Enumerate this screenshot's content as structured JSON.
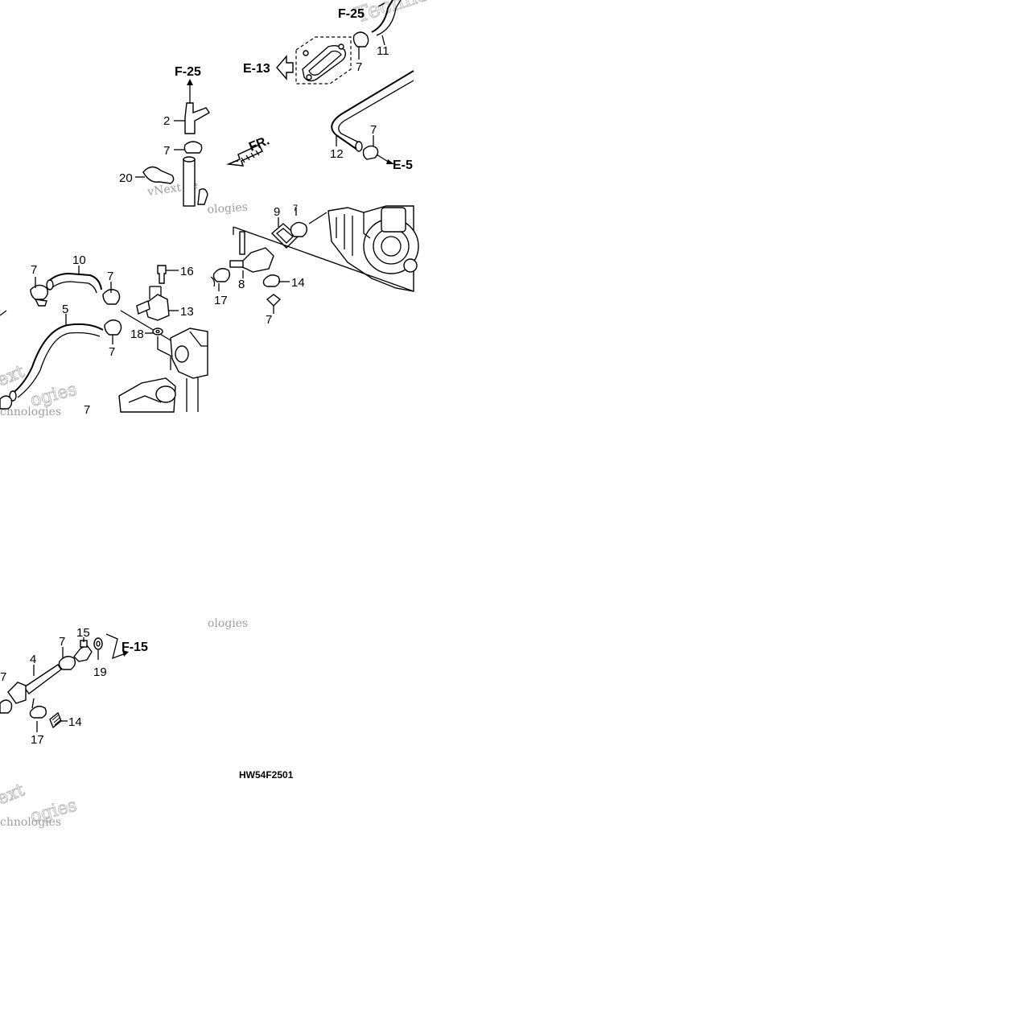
{
  "callouts": [
    {
      "id": "c-f25-top",
      "text": "F-25"
    },
    {
      "id": "c-11",
      "text": "11"
    },
    {
      "id": "c-7-a",
      "text": "7"
    },
    {
      "id": "c-e13",
      "text": "E-13"
    },
    {
      "id": "c-f25",
      "text": "F-25"
    },
    {
      "id": "c-2",
      "text": "2"
    },
    {
      "id": "c-7-b",
      "text": "7"
    },
    {
      "id": "c-fr",
      "text": "FR."
    },
    {
      "id": "c-20",
      "text": "20"
    },
    {
      "id": "c-7-c",
      "text": "7"
    },
    {
      "id": "c-12",
      "text": "12"
    },
    {
      "id": "c-e5",
      "text": "E-5"
    },
    {
      "id": "c-9",
      "text": "9"
    },
    {
      "id": "c-7-d",
      "text": "7"
    },
    {
      "id": "c-10",
      "text": "10"
    },
    {
      "id": "c-7-e",
      "text": "7"
    },
    {
      "id": "c-16",
      "text": "16"
    },
    {
      "id": "c-13",
      "text": "13"
    },
    {
      "id": "c-5",
      "text": "5"
    },
    {
      "id": "c-18",
      "text": "18"
    },
    {
      "id": "c-7-f",
      "text": "7"
    },
    {
      "id": "c-7-g",
      "text": "7"
    },
    {
      "id": "c-8",
      "text": "8"
    },
    {
      "id": "c-7-h",
      "text": "7"
    },
    {
      "id": "c-17",
      "text": "17"
    },
    {
      "id": "c-14",
      "text": "14"
    },
    {
      "id": "c-7-i",
      "text": "7"
    },
    {
      "id": "c-15",
      "text": "15"
    },
    {
      "id": "c-7-j",
      "text": "7"
    },
    {
      "id": "c-19",
      "text": "19"
    },
    {
      "id": "c-f15",
      "text": "F-15"
    },
    {
      "id": "c-4",
      "text": "4"
    },
    {
      "id": "c-7-k",
      "text": "7"
    },
    {
      "id": "c-17-b",
      "text": "17"
    },
    {
      "id": "c-14-b",
      "text": "14"
    }
  ],
  "diagram_code": "HW54F2501",
  "watermarks": {
    "w1": "Techno",
    "w2": "vNext Te",
    "w3": "ologies",
    "w4": "ext",
    "w5": "ogies",
    "w6": "chnologies",
    "w7": "ologies",
    "w8": "ext",
    "w9": "ogies",
    "w10": "chnologies"
  },
  "colors": {
    "line": "#000000",
    "background": "#ffffff",
    "watermark": "#bdbdbd"
  }
}
